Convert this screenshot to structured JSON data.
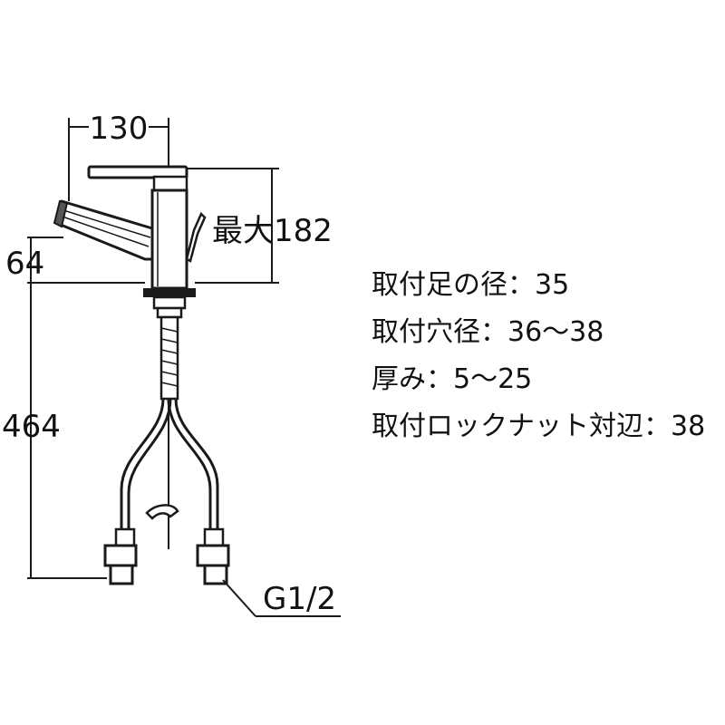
{
  "dimensions": {
    "spout_reach": "130",
    "max_height": "最大182",
    "spout_height": "64",
    "total_length": "464",
    "connection_thread": "G1/2"
  },
  "specs": [
    "取付足の径：35",
    "取付穴径：36～38",
    "厚み：5～25",
    "取付ロックナット対辺：38"
  ]
}
